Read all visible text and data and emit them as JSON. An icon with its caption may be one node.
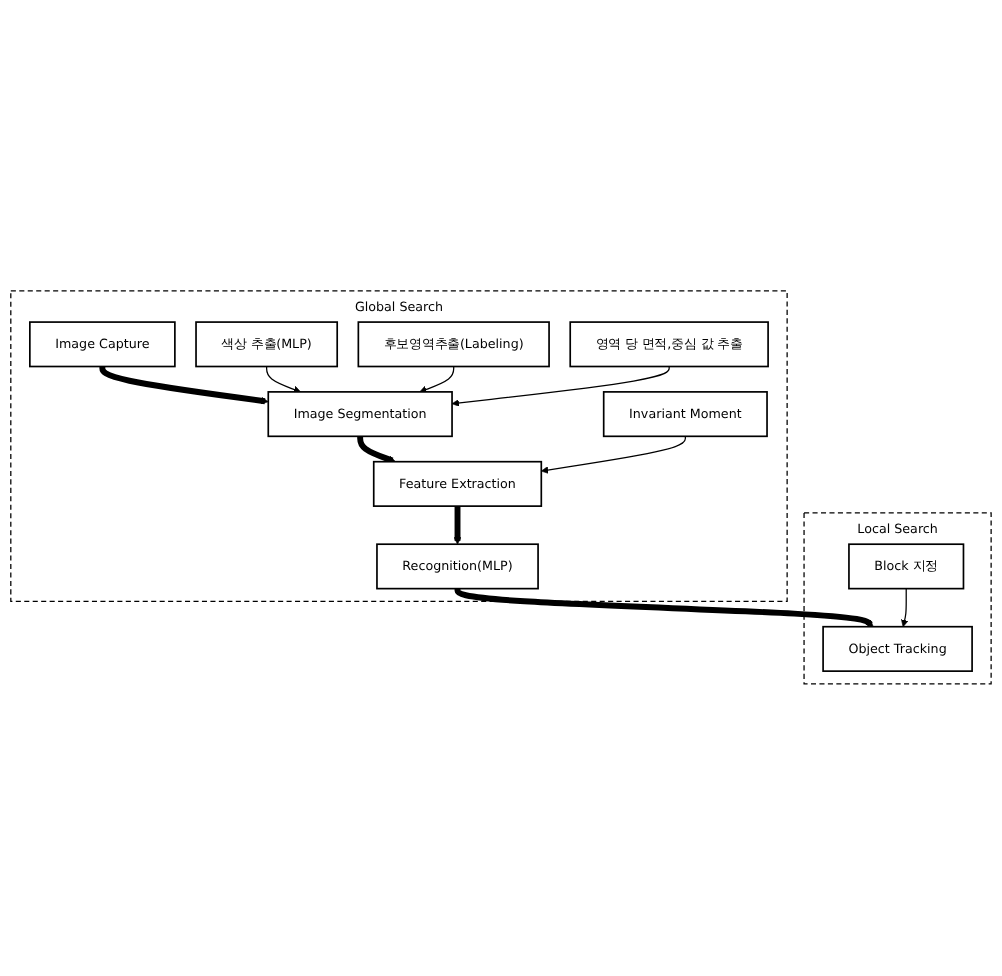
{
  "diagram": {
    "nodes": [
      {
        "text": [
          "Global Search"
        ]
      },
      {
        "text": [
          "Image Capture"
        ],
        "in": 0
      },
      {
        "text": [
          "Image Segmentation"
        ],
        "in": 0
      },
      {
        "text": [
          "색상 추출(MLP)"
        ],
        "in": 0
      },
      {
        "text": [
          "후보영역추출(Labeling)"
        ],
        "in": 0
      },
      {
        "text": [
          "영역 당 면적,중심 값 추출"
        ],
        "in": 0
      },
      {
        "text": [
          "Feature Extraction"
        ],
        "in": 0
      },
      {
        "text": [
          "Invariant Moment"
        ],
        "in": 0
      },
      {
        "text": [
          "Recognition(MLP)"
        ],
        "in": 0
      },
      {
        "text": [
          "Local Search"
        ]
      },
      {
        "text": [
          "Object Tracking"
        ],
        "in": 9
      },
      {
        "text": [
          "Block 지정"
        ],
        "in": 9
      }
    ],
    "edges": [
      {
        "from": 1,
        "to": 2,
        "arrow": "to",
        "style": "thick"
      },
      {
        "from": 3,
        "to": 2,
        "arrow": "to"
      },
      {
        "from": 4,
        "to": 2,
        "arrow": "to"
      },
      {
        "from": 5,
        "to": 2,
        "arrow": "to"
      },
      {
        "from": 2,
        "to": 6,
        "arrow": "to",
        "style": "thick"
      },
      {
        "from": 7,
        "to": 6,
        "arrow": "to"
      },
      {
        "from": 6,
        "to": 8,
        "arrow": "to",
        "style": "thick"
      },
      {
        "from": 8,
        "to": 10,
        "arrow": "to",
        "style": "thick"
      },
      {
        "from": 11,
        "to": 10,
        "arrow": "to"
      }
    ]
  }
}
